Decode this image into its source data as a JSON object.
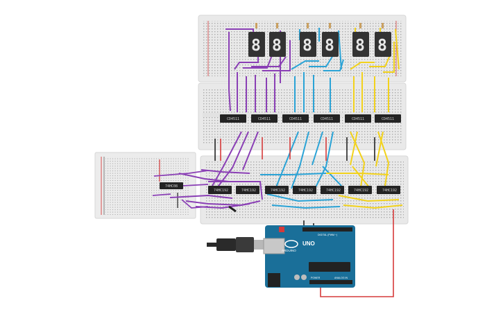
{
  "canvas": {
    "background": "#ffffff"
  },
  "colors": {
    "breadboard": "#e9e9e9",
    "breadboard_edge": "#d6d6d6",
    "rail_red": "#d43b3b",
    "rail_black": "#333333",
    "wire_purple": "#8a3fb5",
    "wire_blue": "#2aa3d6",
    "wire_yellow": "#f2d21c",
    "wire_red": "#d63a3a",
    "wire_black": "#222222",
    "chip": "#232323",
    "display": "#333333",
    "arduino": "#1a6f99",
    "usb_cable": "#2a2a2a"
  },
  "displays": [
    {
      "group": "purple",
      "digit": "8"
    },
    {
      "group": "purple",
      "digit": "8"
    },
    {
      "group": "blue",
      "digit": "8"
    },
    {
      "group": "blue",
      "digit": "8"
    },
    {
      "group": "yellow",
      "digit": "8"
    },
    {
      "group": "yellow",
      "digit": "8"
    }
  ],
  "decoder_chips": [
    {
      "label": "CD4511"
    },
    {
      "label": "CD4511"
    },
    {
      "label": "CD4511"
    },
    {
      "label": "CD4511"
    },
    {
      "label": "CD4511"
    },
    {
      "label": "CD4511"
    }
  ],
  "counter_chips": [
    {
      "label": "74HC192"
    },
    {
      "label": "74HC192"
    },
    {
      "label": "74HC192"
    },
    {
      "label": "74HC192"
    },
    {
      "label": "74HC192"
    },
    {
      "label": "74HC192"
    },
    {
      "label": "74HC192"
    }
  ],
  "side_chip": {
    "label": "74HC08"
  },
  "arduino": {
    "brand": "ARDUINO",
    "model": "UNO",
    "header_digital": "DIGITAL (PWM ~)",
    "header_power": "POWER",
    "header_analog": "ANALOG IN"
  }
}
